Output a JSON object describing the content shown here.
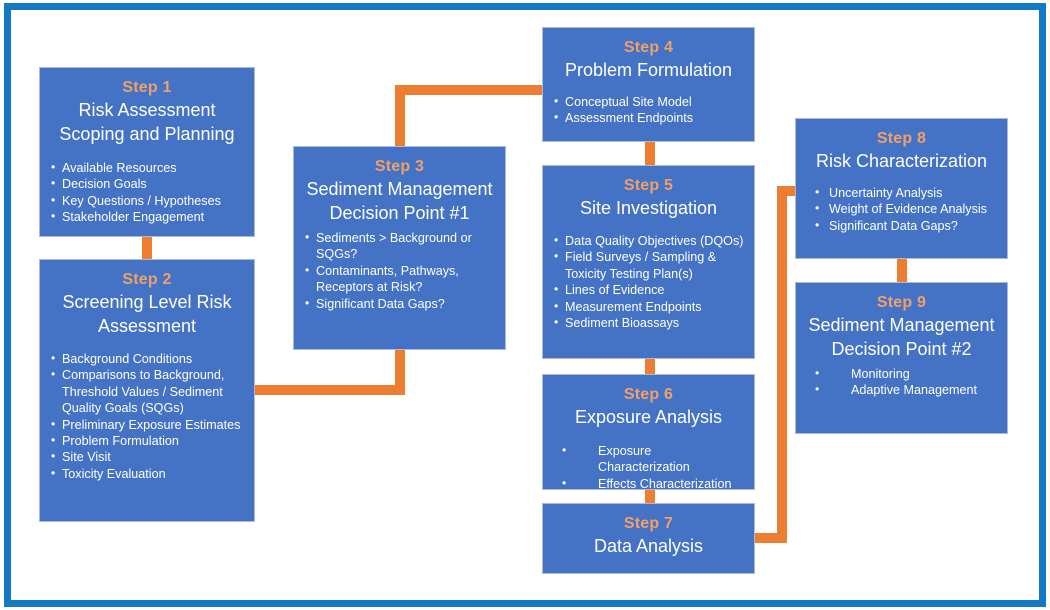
{
  "theme": {
    "frame_border_color": "#1479C4",
    "box_fill_color": "#4472C4",
    "connector_color": "#ED7D31",
    "step_label_color": "#F1A06A",
    "text_color": "#FFFFFF",
    "background_color": "#FFFFFF"
  },
  "diagram": {
    "type": "flowchart",
    "steps": [
      {
        "id": "step1",
        "label": "Step 1",
        "title": "Risk Assessment Scoping and Planning",
        "bullets": [
          "Available Resources",
          "Decision Goals",
          "Key Questions / Hypotheses",
          "Stakeholder Engagement"
        ]
      },
      {
        "id": "step2",
        "label": "Step 2",
        "title": "Screening Level Risk Assessment",
        "bullets": [
          "Background Conditions",
          "Comparisons to Background, Threshold Values / Sediment Quality Goals (SQGs)",
          "Preliminary Exposure Estimates",
          "Problem Formulation",
          "Site Visit",
          "Toxicity Evaluation"
        ]
      },
      {
        "id": "step3",
        "label": "Step 3",
        "title": "Sediment Management Decision Point #1",
        "bullets": [
          "Sediments > Background or SQGs?",
          "Contaminants, Pathways, Receptors at Risk?",
          "Significant Data Gaps?"
        ]
      },
      {
        "id": "step4",
        "label": "Step 4",
        "title": "Problem Formulation",
        "bullets": [
          "Conceptual Site Model",
          "Assessment Endpoints"
        ]
      },
      {
        "id": "step5",
        "label": "Step 5",
        "title": "Site Investigation",
        "bullets": [
          "Data Quality Objectives (DQOs)",
          "Field Surveys / Sampling & Toxicity Testing Plan(s)",
          "Lines of Evidence",
          "Measurement Endpoints",
          "Sediment Bioassays"
        ]
      },
      {
        "id": "step6",
        "label": "Step 6",
        "title": "Exposure Analysis",
        "bullets": [
          "Exposure Characterization",
          "Effects Characterization"
        ]
      },
      {
        "id": "step7",
        "label": "Step 7",
        "title": "Data Analysis",
        "bullets": []
      },
      {
        "id": "step8",
        "label": "Step 8",
        "title": "Risk Characterization",
        "bullets": [
          "Uncertainty Analysis",
          "Weight of Evidence Analysis",
          "Significant Data Gaps?"
        ]
      },
      {
        "id": "step9",
        "label": "Step 9",
        "title": "Sediment Management Decision Point #2",
        "bullets": [
          "Monitoring",
          "Adaptive Management"
        ]
      }
    ],
    "connectors": [
      {
        "from": "step1",
        "to": "step2",
        "shape": "vertical"
      },
      {
        "from": "step2",
        "to": "step3",
        "shape": "right-then-up"
      },
      {
        "from": "step3",
        "to": "step4",
        "shape": "up-then-right"
      },
      {
        "from": "step4",
        "to": "step5",
        "shape": "vertical"
      },
      {
        "from": "step5",
        "to": "step6",
        "shape": "vertical"
      },
      {
        "from": "step6",
        "to": "step7",
        "shape": "vertical"
      },
      {
        "from": "step7",
        "to": "step8",
        "shape": "right-then-up-then-right"
      },
      {
        "from": "step8",
        "to": "step9",
        "shape": "vertical"
      }
    ]
  }
}
